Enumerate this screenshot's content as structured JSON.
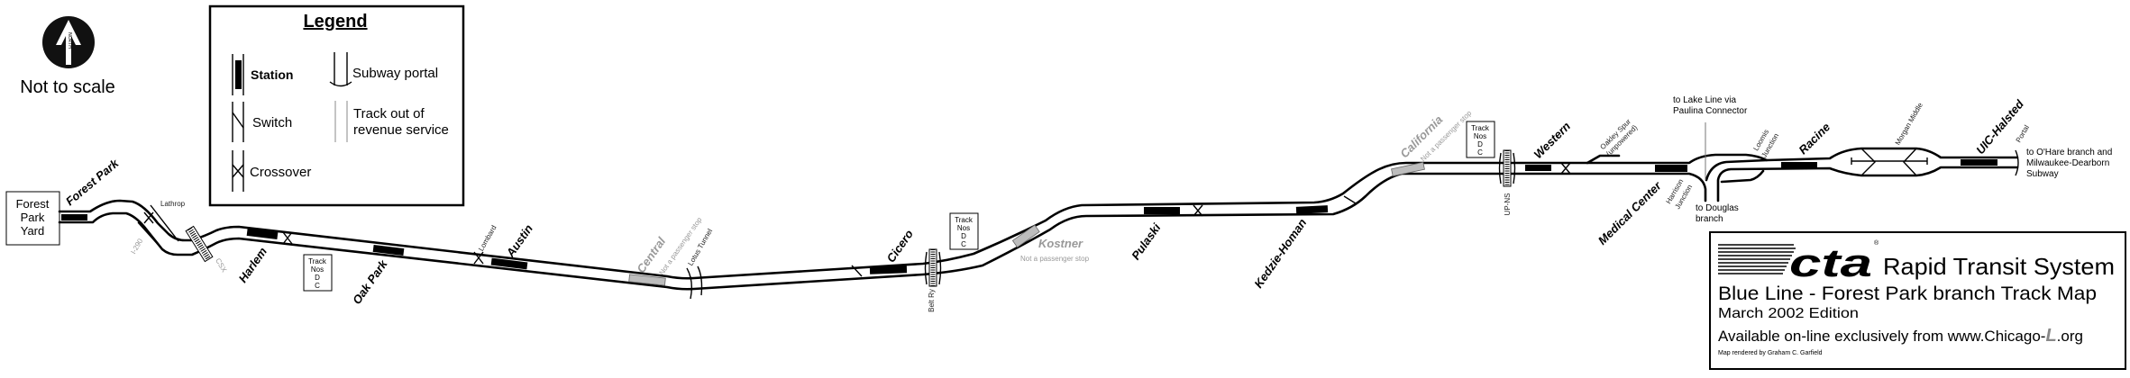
{
  "north": {
    "letters": "NORTH",
    "caption": "Not to scale"
  },
  "legend": {
    "title": "Legend",
    "station": "Station",
    "switch": "Switch",
    "crossover": "Crossover",
    "subway_portal": "Subway portal",
    "out_of_service_1": "Track out of",
    "out_of_service_2": "revenue service"
  },
  "yard": {
    "line1": "Forest",
    "line2": "Park",
    "line3": "Yard"
  },
  "stations": {
    "forest_park": "Forest Park",
    "harlem": "Harlem",
    "oak_park": "Oak Park",
    "austin": "Austin",
    "central": "Central",
    "cicero": "Cicero",
    "kostner": "Kostner",
    "pulaski": "Pulaski",
    "kedzie_homan": "Kedzie-Homan",
    "california": "California",
    "western": "Western",
    "medical_center": "Medical Center",
    "racine": "Racine",
    "uic_halsted": "UIC-Halsted"
  },
  "not_passenger_stop": "Not a passenger stop",
  "track_nos": {
    "l1": "Track",
    "l2": "Nos",
    "l3": "D",
    "l4": "C"
  },
  "features": {
    "lathrop": "Lathrop",
    "i290": "I-290",
    "csx": "CSX",
    "lombard": "Lombard",
    "lotus_tunnel": "Lotus Tunnel",
    "belt_ry": "Belt Ry",
    "up_ns": "UP-NS",
    "oakley_spur_1": "Oakley Spur",
    "oakley_spur_2": "(unpowered)",
    "harrison_1": "Harrison",
    "harrison_2": "Junction",
    "loomis_1": "Loomis",
    "loomis_2": "Junction",
    "morgan_middle": "Morgan Middle",
    "portal": "Portal",
    "lake_line_1": "to Lake Line via",
    "lake_line_2": "Paulina Connector",
    "douglas_1": "to Douglas",
    "douglas_2": "branch",
    "ohare_1": "to O'Hare branch and",
    "ohare_2": "Milwaukee-Dearborn",
    "ohare_3": "Subway"
  },
  "titlebox": {
    "logo": "cta",
    "system": "Rapid Transit System",
    "map_title": "Blue Line - Forest Park branch Track Map",
    "edition": "March 2002 Edition",
    "available_prefix": "Available on-line exclusively from www.Chicago-",
    "available_l": "L",
    "available_suffix": ".org",
    "credit": "Map rendered by Graham C. Garfield"
  },
  "colors": {
    "track": "#000000",
    "out_of_service": "#bdbdbd",
    "station": "#000000"
  }
}
